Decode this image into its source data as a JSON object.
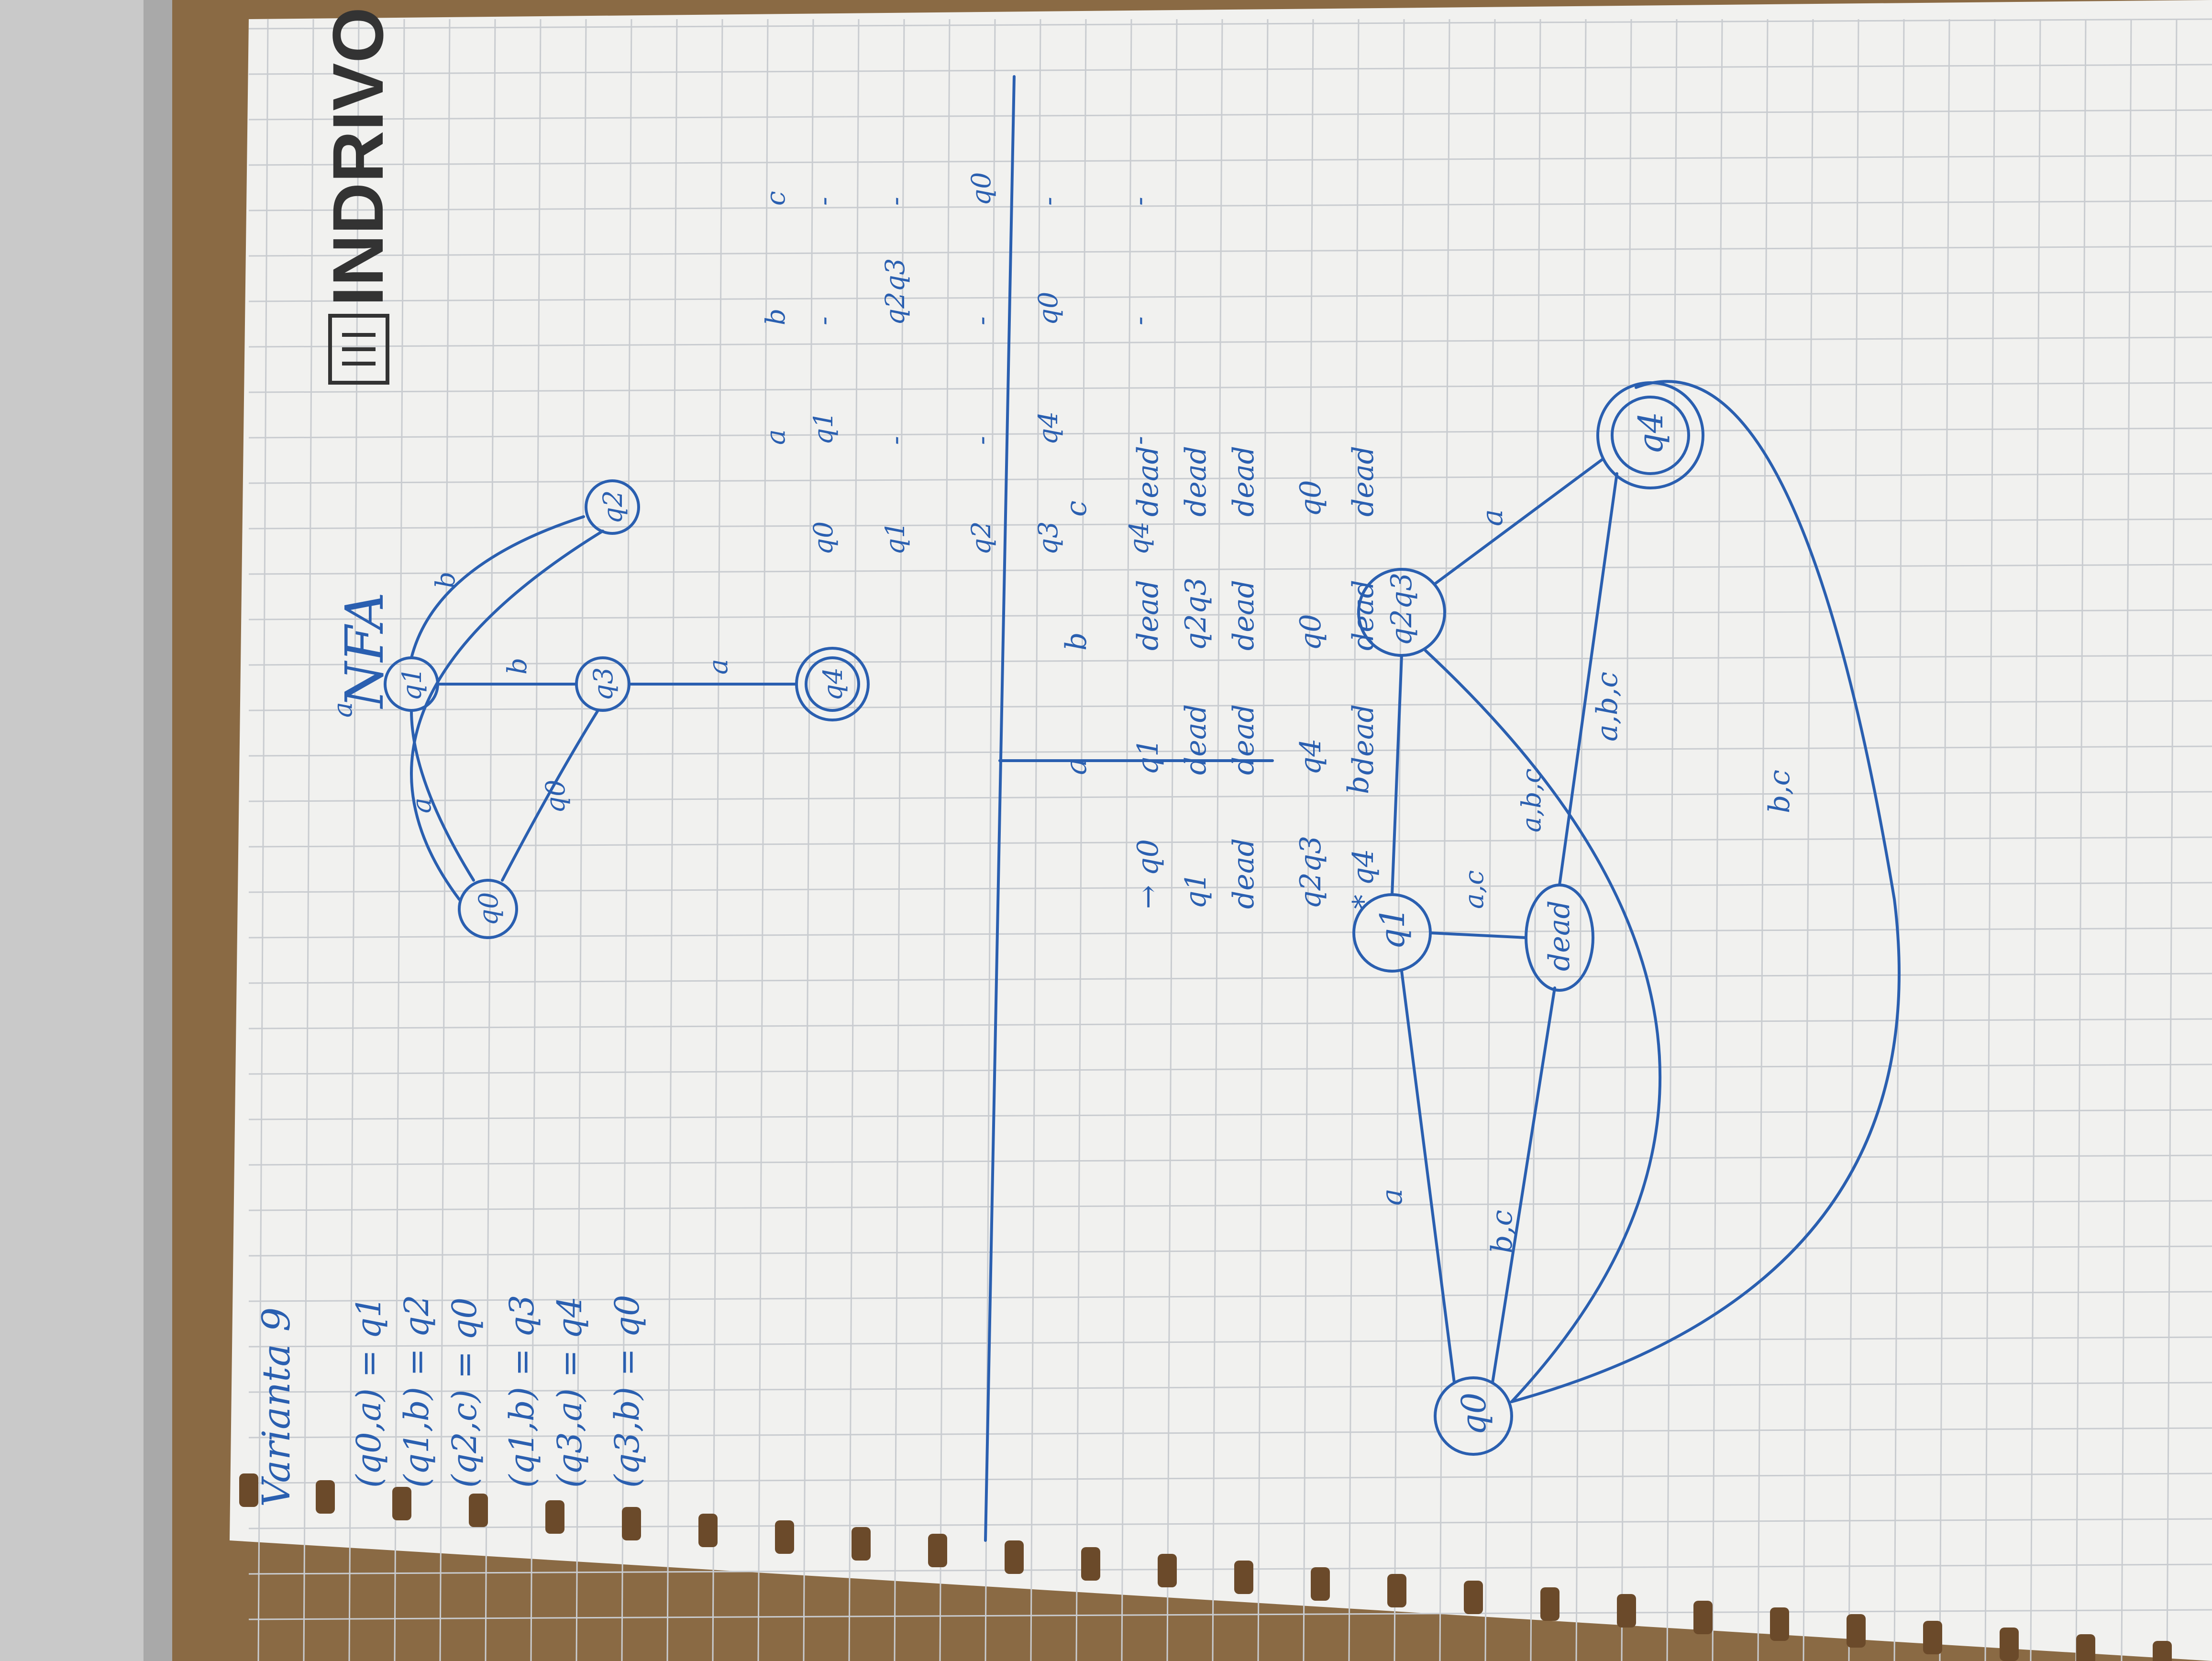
{
  "brand": {
    "logo_text": "INDRIVO"
  },
  "header": {
    "title": "Varianta 9",
    "section": "NFA"
  },
  "transitions": [
    "(q0,a) = q1",
    "(q1,b) = q2",
    "(q2,c) = q0",
    "(q1,b) = q3",
    "(q3,a) = q4",
    "(q3,b) = q0"
  ],
  "nfa_diagram": {
    "states": [
      "q0",
      "q1",
      "q2",
      "q3",
      "q4"
    ],
    "edge_labels": [
      "a",
      "a",
      "b",
      "b",
      "q0",
      "a"
    ]
  },
  "nfa_table": {
    "columns": [
      "a",
      "b",
      "c"
    ],
    "rows": [
      {
        "state": "q0",
        "cells": [
          "q1",
          "-",
          "-"
        ]
      },
      {
        "state": "q1",
        "cells": [
          "-",
          "q2q3",
          "-"
        ]
      },
      {
        "state": "q2",
        "cells": [
          "-",
          "-",
          "q0"
        ]
      },
      {
        "state": "q3",
        "cells": [
          "q4",
          "q0",
          "-"
        ]
      },
      {
        "state": "q4",
        "cells": [
          "-",
          "-",
          "-"
        ]
      }
    ]
  },
  "dfa_table": {
    "columns": [
      "a",
      "b",
      "c"
    ],
    "rows": [
      {
        "state": "→ q0",
        "cells": [
          "q1",
          "dead",
          "dead"
        ]
      },
      {
        "state": "q1",
        "cells": [
          "dead",
          "q2q3",
          "dead"
        ]
      },
      {
        "state": "dead",
        "cells": [
          "dead",
          "dead",
          "dead"
        ]
      },
      {
        "state": "q2q3",
        "cells": [
          "q4",
          "q0",
          "q0"
        ]
      },
      {
        "state": "* q4",
        "cells": [
          "dead",
          "dead",
          "dead"
        ]
      }
    ]
  },
  "dfa_diagram": {
    "states": [
      "q0",
      "q1",
      "dead",
      "q2q3",
      "q4"
    ],
    "edge_labels": [
      "a",
      "b,c",
      "b",
      "a,c",
      "a,b,c",
      "a,b,c",
      "a",
      "b,c"
    ]
  }
}
